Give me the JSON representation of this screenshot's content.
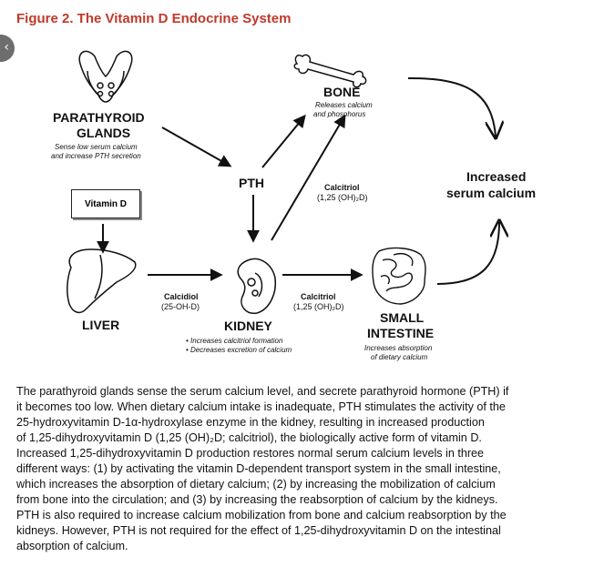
{
  "figure_title": "Figure 2. The Vitamin D Endocrine System",
  "nodes": {
    "parathyroid": {
      "name_line1": "PARATHYROID",
      "name_line2": "GLANDS",
      "note_line1": "Sense low serum calcium",
      "note_line2": "and increase PTH secretion"
    },
    "vitamin_d": "Vitamin D",
    "liver": "LIVER",
    "pth": "PTH",
    "bone": {
      "name": "BONE",
      "note_line1": "Releases calcium",
      "note_line2": "and phosphorus"
    },
    "kidney": {
      "name": "KIDNEY",
      "note_line1": "• Increases calcitriol formation",
      "note_line2": "• Decreases excretion of calcium"
    },
    "small_intestine": {
      "name_line1": "SMALL",
      "name_line2": "INTESTINE",
      "note_line1": "Increases absorption",
      "note_line2": "of dietary calcium"
    },
    "increased_calcium": {
      "line1": "Increased",
      "line2": "serum calcium"
    }
  },
  "edge_labels": {
    "calcidiol": {
      "name": "Calcidiol",
      "formula": "(25-OH-D)"
    },
    "calcitriol_bone": {
      "name": "Calcitriol",
      "formula": "(1,25 (OH)₂D)"
    },
    "calcitriol_intestine": {
      "name": "Calcitriol",
      "formula": "(1,25 (OH)₂D)"
    }
  },
  "caption_lines": [
    "The parathyroid glands sense the serum calcium level, and secrete parathyroid hormone (PTH) if",
    "it becomes too low. When dietary calcium intake is inadequate, PTH stimulates the activity of the",
    "25-hydroxyvitamin D-1α-hydroxylase enzyme in the kidney, resulting in increased production",
    "of 1,25-dihydroxyvitamin D (1,25 (OH)₂D; calcitriol), the biologically active form of vitamin D.",
    "Increased 1,25-dihydroxyvitamin D production restores normal serum calcium levels in three",
    "different ways: (1) by activating the vitamin D-dependent transport system in the small intestine,",
    "which increases the absorption of dietary calcium; (2) by increasing the mobilization of calcium",
    "from bone into the circulation; and (3) by increasing the reabsorption of calcium by the kidneys.",
    "PTH is also required to increase calcium mobilization from bone and calcium reabsorption by the",
    "kidneys. However, PTH is not required for the effect of 1,25-dihydroxyvitamin D on the intestinal",
    "absorption of calcium."
  ],
  "colors": {
    "title": "#c0392b",
    "ink": "#111111"
  },
  "icons": [
    "parathyroid-glands-illustration",
    "bone-illustration",
    "liver-illustration",
    "kidney-illustration",
    "small-intestine-illustration",
    "share-button-icon"
  ]
}
